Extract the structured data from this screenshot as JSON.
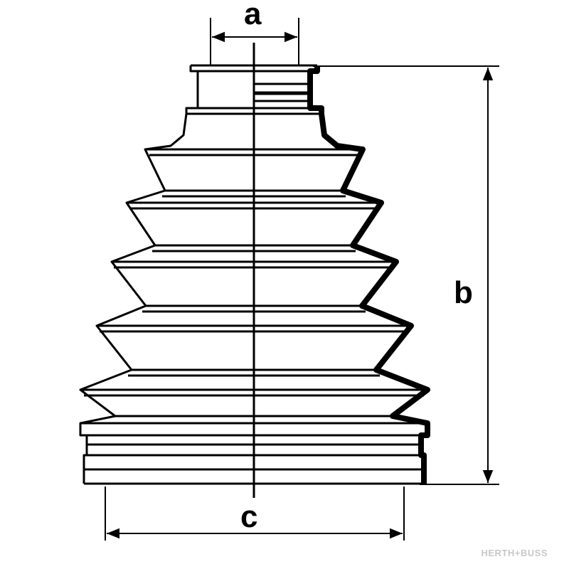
{
  "dimensions": {
    "a_label": "a",
    "b_label": "b",
    "c_label": "c"
  },
  "brand": {
    "logo_text": "HERTH+BUSS"
  }
}
